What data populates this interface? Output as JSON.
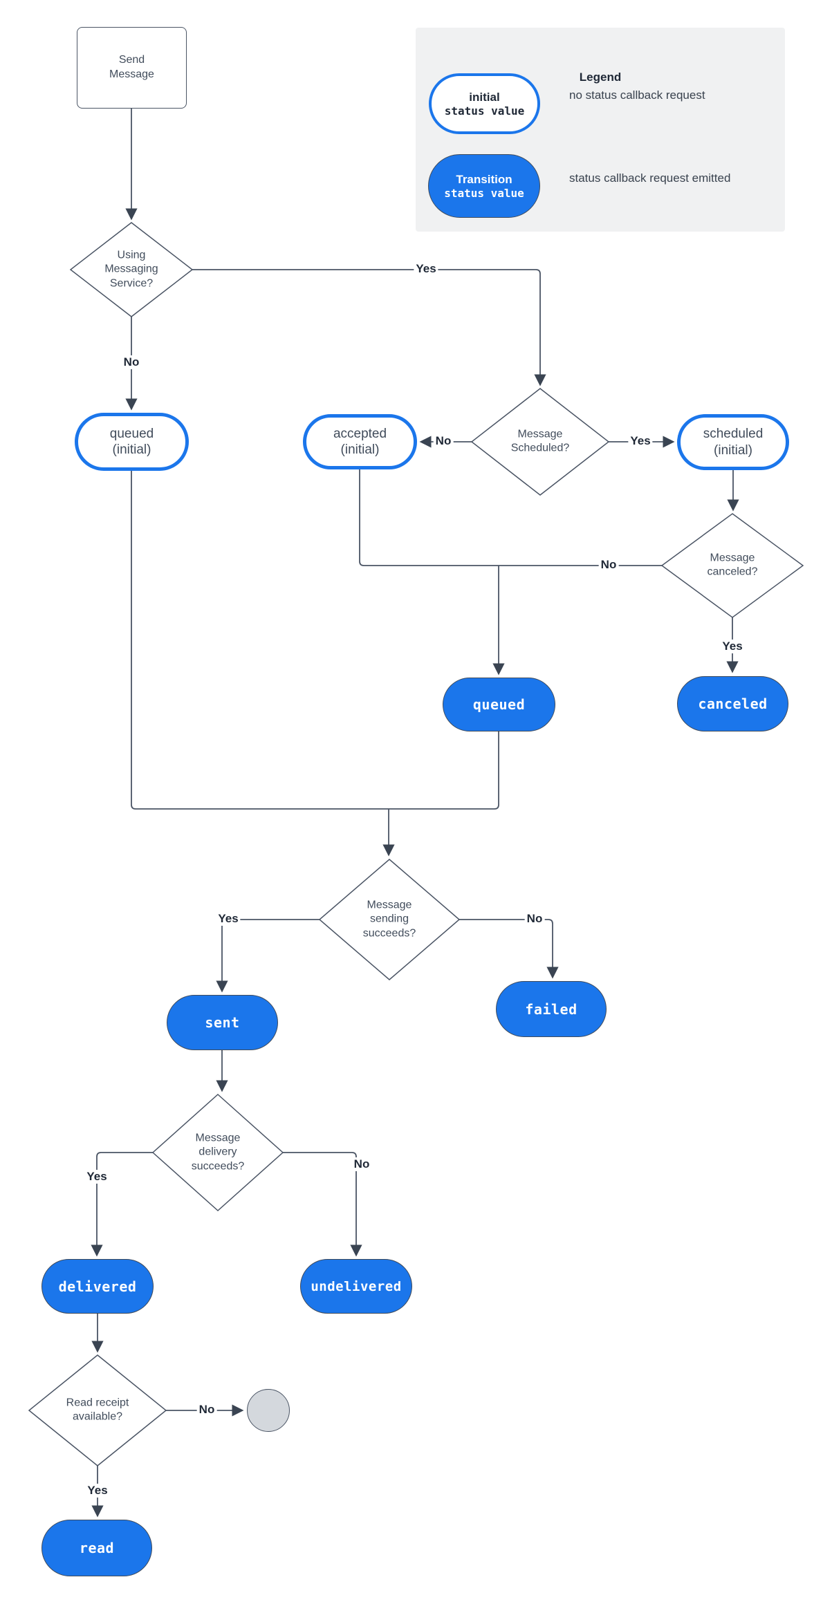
{
  "legend": {
    "title": "Legend",
    "items": [
      {
        "line1": "initial",
        "line2": "status value",
        "description": "no status callback request"
      },
      {
        "line1": "Transition",
        "line2": "status value",
        "description": "status callback request emitted"
      }
    ]
  },
  "nodes": {
    "start": {
      "label": "Send Message"
    },
    "using_service": {
      "label": "Using Messaging Service?"
    },
    "queued_initial": {
      "status": "queued",
      "qualifier": "(initial)"
    },
    "accepted_initial": {
      "status": "accepted",
      "qualifier": "(initial)"
    },
    "scheduled_q": {
      "label": "Message Scheduled?"
    },
    "scheduled_initial": {
      "status": "scheduled",
      "qualifier": "(initial)"
    },
    "canceled_q": {
      "label": "Message canceled?"
    },
    "canceled": {
      "status": "canceled"
    },
    "queued": {
      "status": "queued"
    },
    "sending_q": {
      "label": "Message sending succeeds?"
    },
    "sent": {
      "status": "sent"
    },
    "failed": {
      "status": "failed"
    },
    "delivery_q": {
      "label": "Message delivery succeeds?"
    },
    "delivered": {
      "status": "delivered"
    },
    "undelivered": {
      "status": "undelivered"
    },
    "read_q": {
      "label": "Read receipt available?"
    },
    "read": {
      "status": "read"
    }
  },
  "branch": {
    "yes": "Yes",
    "no": "No"
  },
  "colors": {
    "accent_blue": "#1b76eb",
    "line_stroke": "#4a5464",
    "arrowhead": "#3a4452",
    "shape_text": "#414c5b",
    "bold_label_text": "#1f2836",
    "legend_background": "#f0f1f2",
    "end_circle_fill": "#d4d8dd"
  }
}
